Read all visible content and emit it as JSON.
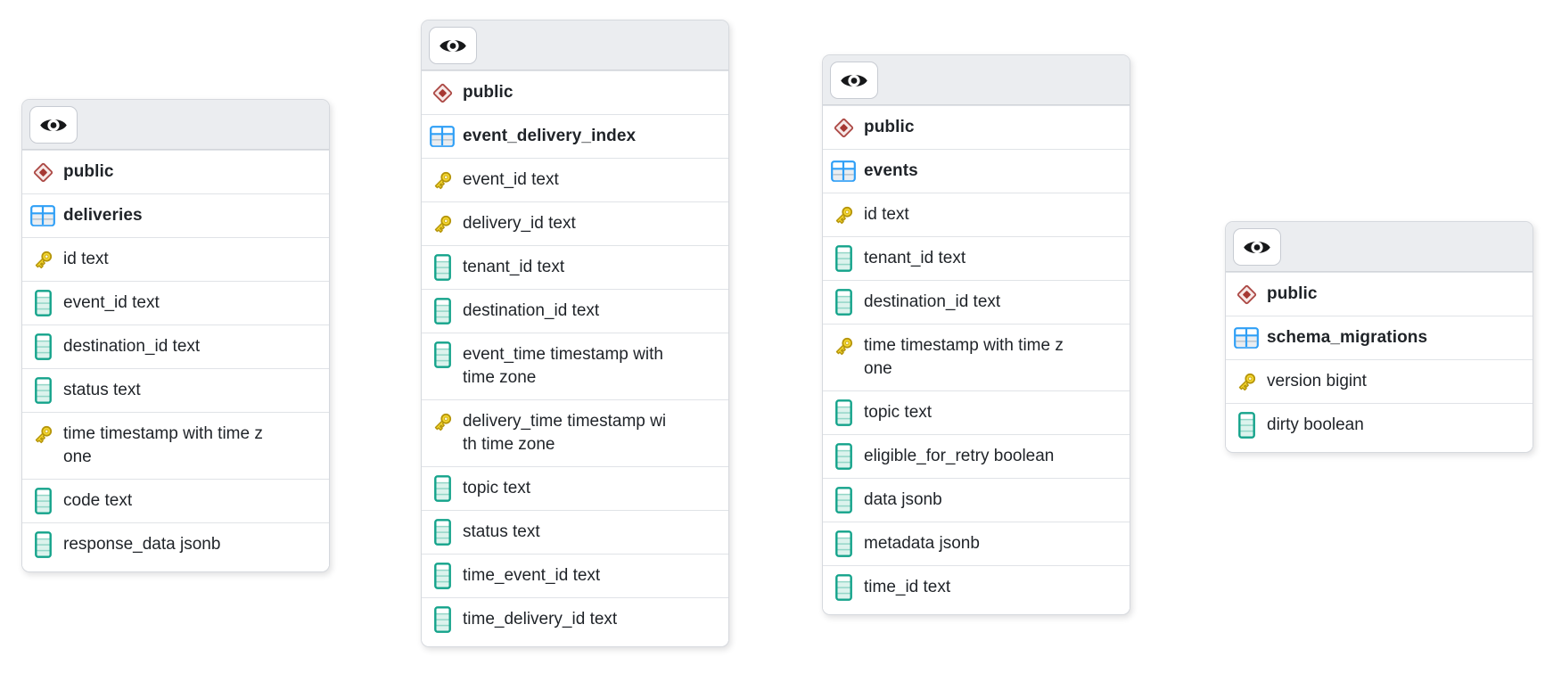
{
  "diagram": {
    "icons": {
      "header_toggle": "eye-icon",
      "schema": "schema-diamond-icon",
      "table": "table-grid-icon",
      "primary_key": "key-icon",
      "column": "column-icon"
    },
    "colors": {
      "header_bg": "#ebedf0",
      "schema_icon_red": "#ab4razz",
      "schema_icon_stroke": "#ad4b47",
      "schema_icon_fill": "#f7e9e8",
      "schema_icon_core": "#a63833",
      "table_icon_blue": "#2f9ff6",
      "key_icon_gold": "#f5d62f",
      "key_icon_outline": "#b5950a",
      "column_icon_teal": "#14a38b",
      "column_icon_fill": "#dcf3ed",
      "text": "#1f2328"
    },
    "tables": [
      {
        "schema": "public",
        "name": "deliveries",
        "columns": [
          {
            "name": "id",
            "type": "text",
            "primary_key": true
          },
          {
            "name": "event_id",
            "type": "text",
            "primary_key": false
          },
          {
            "name": "destination_id",
            "type": "text",
            "primary_key": false
          },
          {
            "name": "status",
            "type": "text",
            "primary_key": false
          },
          {
            "name": "time",
            "type": "timestamp with time zone",
            "primary_key": true
          },
          {
            "name": "code",
            "type": "text",
            "primary_key": false
          },
          {
            "name": "response_data",
            "type": "jsonb",
            "primary_key": false
          }
        ]
      },
      {
        "schema": "public",
        "name": "event_delivery_index",
        "columns": [
          {
            "name": "event_id",
            "type": "text",
            "primary_key": true
          },
          {
            "name": "delivery_id",
            "type": "text",
            "primary_key": true
          },
          {
            "name": "tenant_id",
            "type": "text",
            "primary_key": false
          },
          {
            "name": "destination_id",
            "type": "text",
            "primary_key": false
          },
          {
            "name": "event_time",
            "type": "timestamp with time zone",
            "primary_key": false
          },
          {
            "name": "delivery_time",
            "type": "timestamp with time zone",
            "primary_key": true
          },
          {
            "name": "topic",
            "type": "text",
            "primary_key": false
          },
          {
            "name": "status",
            "type": "text",
            "primary_key": false
          },
          {
            "name": "time_event_id",
            "type": "text",
            "primary_key": false
          },
          {
            "name": "time_delivery_id",
            "type": "text",
            "primary_key": false
          }
        ]
      },
      {
        "schema": "public",
        "name": "events",
        "columns": [
          {
            "name": "id",
            "type": "text",
            "primary_key": true
          },
          {
            "name": "tenant_id",
            "type": "text",
            "primary_key": false
          },
          {
            "name": "destination_id",
            "type": "text",
            "primary_key": false
          },
          {
            "name": "time",
            "type": "timestamp with time zone",
            "primary_key": true
          },
          {
            "name": "topic",
            "type": "text",
            "primary_key": false
          },
          {
            "name": "eligible_for_retry",
            "type": "boolean",
            "primary_key": false
          },
          {
            "name": "data",
            "type": "jsonb",
            "primary_key": false
          },
          {
            "name": "metadata",
            "type": "jsonb",
            "primary_key": false
          },
          {
            "name": "time_id",
            "type": "text",
            "primary_key": false
          }
        ]
      },
      {
        "schema": "public",
        "name": "schema_migrations",
        "columns": [
          {
            "name": "version",
            "type": "bigint",
            "primary_key": true
          },
          {
            "name": "dirty",
            "type": "boolean",
            "primary_key": false
          }
        ]
      }
    ]
  }
}
